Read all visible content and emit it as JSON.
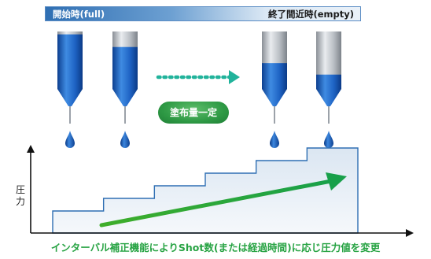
{
  "header": {
    "start_label": "開始時(full)",
    "end_label": "終了間近時(empty)"
  },
  "badge_label": "塗布量一定",
  "graph": {
    "y_axis_label": "圧力"
  },
  "caption": "インターバル補正機能によりShot数(または経過時間)に応じ圧力値を変更",
  "colors": {
    "liquid_blue": "#1e63c4",
    "header_blue": "#2f6fb3",
    "arrow_teal": "#21b39b",
    "green_accent": "#27a343",
    "step_fill": "#c9d9ea"
  },
  "syringes": [
    {
      "state": "full",
      "fill_level": 0.95
    },
    {
      "state": "full",
      "fill_level": 0.73
    },
    {
      "state": "empty",
      "fill_level": 0.45
    },
    {
      "state": "empty",
      "fill_level": 0.25
    }
  ],
  "pressure_steps": [
    1,
    2,
    3,
    4,
    5,
    6
  ]
}
